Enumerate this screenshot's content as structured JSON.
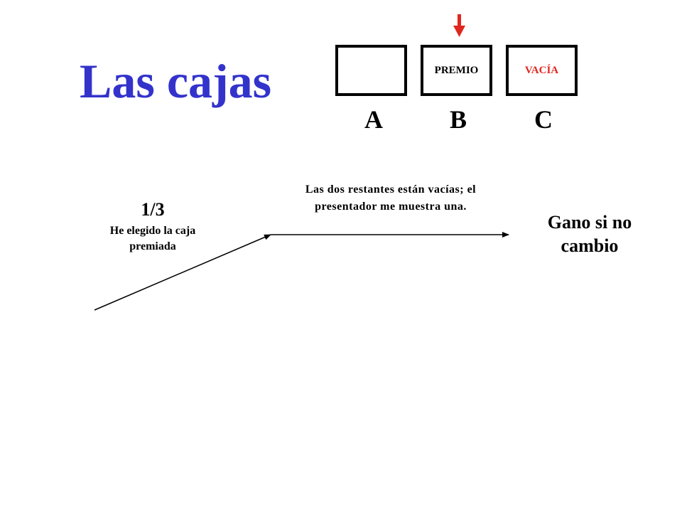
{
  "title": "Las cajas",
  "colors": {
    "title": "#3333cc",
    "premio": "#000000",
    "vacia": "#e0271f",
    "marker_arrow": "#e0271f",
    "text": "#000000"
  },
  "boxes": [
    {
      "letter": "A",
      "content": ""
    },
    {
      "letter": "B",
      "content": "PREMIO"
    },
    {
      "letter": "C",
      "content": "VACÍA"
    }
  ],
  "selected_box_marker": {
    "icon": "red-down-arrow-icon",
    "points_to": "B"
  },
  "tree": {
    "branch_probability": "1/3",
    "branch_label": "He elegido la caja premiada",
    "middle_note": "Las dos restantes están vacías; el presentador me muestra una.",
    "outcome": "Gano si no cambio"
  }
}
